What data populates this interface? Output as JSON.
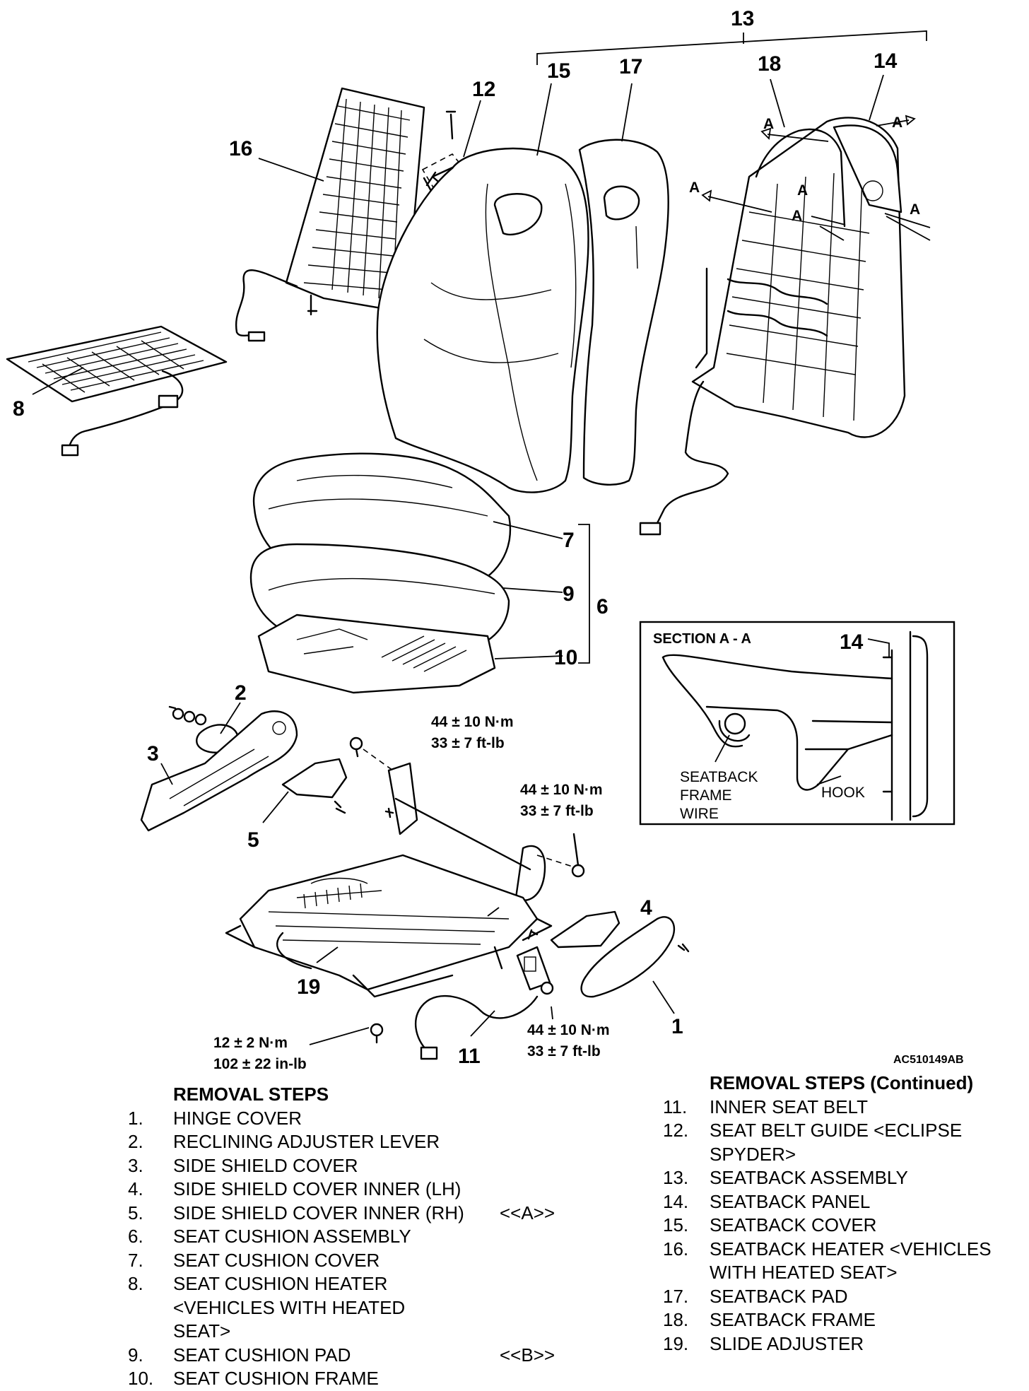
{
  "figure_id": "AC510149AB",
  "callouts": {
    "c1": "1",
    "c2": "2",
    "c3": "3",
    "c4": "4",
    "c5": "5",
    "c6": "6",
    "c7": "7",
    "c8": "8",
    "c9": "9",
    "c10": "10",
    "c11": "11",
    "c12": "12",
    "c13": "13",
    "c14": "14",
    "c15": "15",
    "c16": "16",
    "c17": "17",
    "c18": "18",
    "c19": "19"
  },
  "section_marker": "A",
  "torques": {
    "t1_nm": "44 ± 10 N·m",
    "t1_ftlb": "33 ± 7 ft-lb",
    "t2_nm": "44 ± 10 N·m",
    "t2_ftlb": "33 ± 7 ft-lb",
    "t3_nm": "44 ± 10 N·m",
    "t3_ftlb": "33 ± 7 ft-lb",
    "t4_nm": "12 ± 2 N·m",
    "t4_inlb": "102 ± 22 in-lb"
  },
  "section": {
    "title": "SECTION A - A",
    "part_number": "14",
    "wire_label_1": "SEATBACK",
    "wire_label_2": "FRAME",
    "wire_label_3": "WIRE",
    "hook_label": "HOOK"
  },
  "removal_steps": {
    "heading": "REMOVAL STEPS",
    "heading_continued": "REMOVAL STEPS (Continued)",
    "left": [
      {
        "num": "1.",
        "lines": [
          "HINGE COVER"
        ]
      },
      {
        "num": "2.",
        "lines": [
          "RECLINING ADJUSTER LEVER"
        ]
      },
      {
        "num": "3.",
        "lines": [
          "SIDE SHIELD COVER"
        ]
      },
      {
        "num": "4.",
        "lines": [
          "SIDE SHIELD COVER INNER (LH)"
        ]
      },
      {
        "num": "5.",
        "lines": [
          "SIDE SHIELD COVER INNER (RH)"
        ],
        "ref": "<<A>>"
      },
      {
        "num": "6.",
        "lines": [
          "SEAT CUSHION ASSEMBLY"
        ]
      },
      {
        "num": "7.",
        "lines": [
          "SEAT CUSHION COVER"
        ]
      },
      {
        "num": "8.",
        "lines": [
          "SEAT CUSHION HEATER",
          "<VEHICLES WITH HEATED",
          "SEAT>"
        ]
      },
      {
        "num": "9.",
        "lines": [
          "SEAT CUSHION PAD"
        ],
        "ref": "<<B>>"
      },
      {
        "num": "10.",
        "lines": [
          "SEAT CUSHION FRAME"
        ]
      }
    ],
    "right": [
      {
        "num": "11.",
        "lines": [
          "INNER SEAT BELT"
        ]
      },
      {
        "num": "12.",
        "lines": [
          "SEAT BELT GUIDE <ECLIPSE",
          "SPYDER>"
        ]
      },
      {
        "num": "13.",
        "lines": [
          "SEATBACK ASSEMBLY"
        ]
      },
      {
        "num": "14.",
        "lines": [
          "SEATBACK PANEL"
        ]
      },
      {
        "num": "15.",
        "lines": [
          "SEATBACK COVER"
        ]
      },
      {
        "num": "16.",
        "lines": [
          "SEATBACK HEATER <VEHICLES",
          "WITH HEATED SEAT>"
        ]
      },
      {
        "num": "17.",
        "lines": [
          "SEATBACK PAD"
        ]
      },
      {
        "num": "18.",
        "lines": [
          "SEATBACK FRAME"
        ]
      },
      {
        "num": "19.",
        "lines": [
          "SLIDE ADJUSTER"
        ]
      }
    ]
  }
}
